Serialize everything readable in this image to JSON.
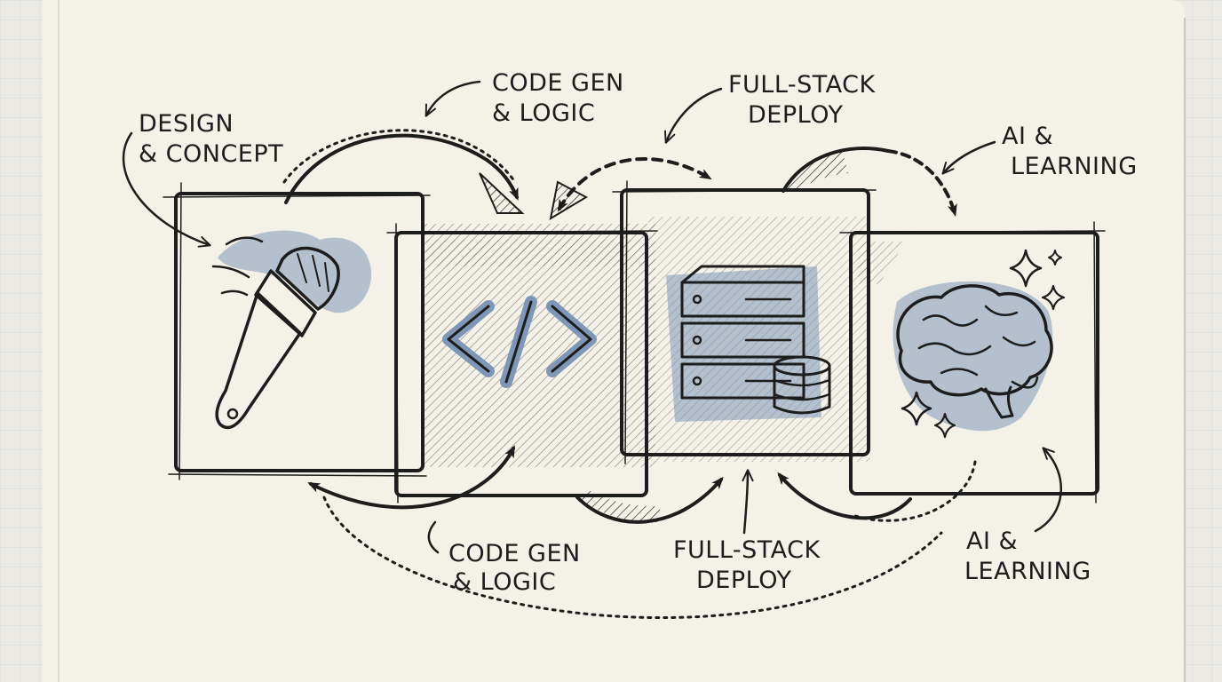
{
  "diagram": {
    "stages": [
      {
        "id": "design",
        "icon": "paintbrush-icon"
      },
      {
        "id": "code",
        "icon": "code-brackets-icon"
      },
      {
        "id": "deploy",
        "icon": "server-database-icon"
      },
      {
        "id": "ai",
        "icon": "brain-icon"
      }
    ],
    "labels_top": {
      "design": [
        "DESIGN",
        "& CONCEPT"
      ],
      "code": [
        "CODE GEN",
        "& LOGIC"
      ],
      "deploy": [
        "FULL-STACK",
        "DEPLOY"
      ],
      "ai": [
        "AI &",
        "LEARNING"
      ]
    },
    "labels_bottom": {
      "code": [
        "CODE GEN",
        "& LOGIC"
      ],
      "deploy": [
        "FULL-STACK",
        "DEPLOY"
      ],
      "ai": [
        "AI &",
        "LEARNING"
      ]
    },
    "colors": {
      "ink": "#1d1d1d",
      "wash": "#7f97b6",
      "paper": "#f4f1e8",
      "grid": "#dfe1e4"
    }
  }
}
